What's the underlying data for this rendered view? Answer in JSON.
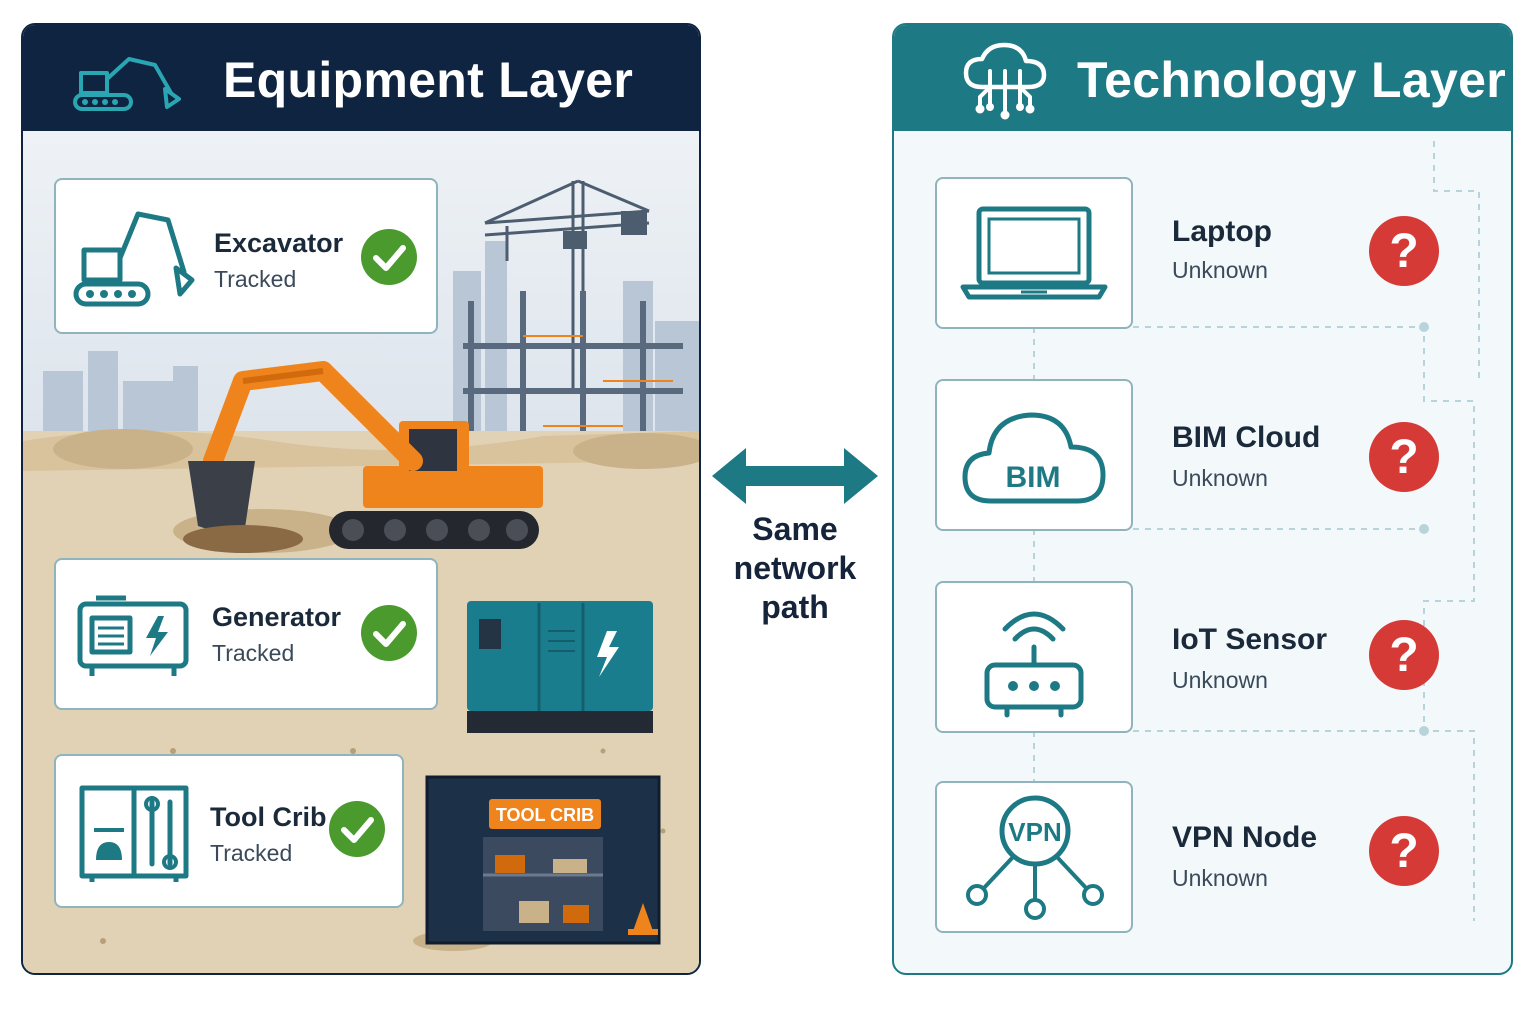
{
  "equipment_layer": {
    "title": "Equipment Layer",
    "header_icon": "excavator-icon",
    "items": [
      {
        "name": "Excavator",
        "status": "Tracked",
        "icon": "excavator-icon",
        "status_icon": "check-icon"
      },
      {
        "name": "Generator",
        "status": "Tracked",
        "icon": "generator-icon",
        "status_icon": "check-icon"
      },
      {
        "name": "Tool Crib",
        "status": "Tracked",
        "icon": "tool-crib-icon",
        "status_icon": "check-icon"
      }
    ],
    "scene": {
      "tool_crib_sign": "TOOL CRIB"
    }
  },
  "technology_layer": {
    "title": "Technology Layer",
    "header_icon": "cloud-network-icon",
    "items": [
      {
        "name": "Laptop",
        "status": "Unknown",
        "icon": "laptop-icon",
        "status_icon": "question-icon"
      },
      {
        "name": "BIM Cloud",
        "status": "Unknown",
        "icon": "cloud-icon",
        "icon_text": "BIM",
        "status_icon": "question-icon"
      },
      {
        "name": "IoT Sensor",
        "status": "Unknown",
        "icon": "router-icon",
        "status_icon": "question-icon"
      },
      {
        "name": "VPN Node",
        "status": "Unknown",
        "icon": "vpn-network-icon",
        "icon_text": "VPN",
        "status_icon": "question-icon"
      }
    ]
  },
  "connector": {
    "line1": "Same",
    "line2": "network",
    "line3": "path",
    "icon": "double-arrow-icon"
  },
  "colors": {
    "navy": "#0f2440",
    "teal": "#1d7a85",
    "check_green": "#4a9a2e",
    "question_red": "#d63a36",
    "excavator_orange": "#f0841c"
  }
}
